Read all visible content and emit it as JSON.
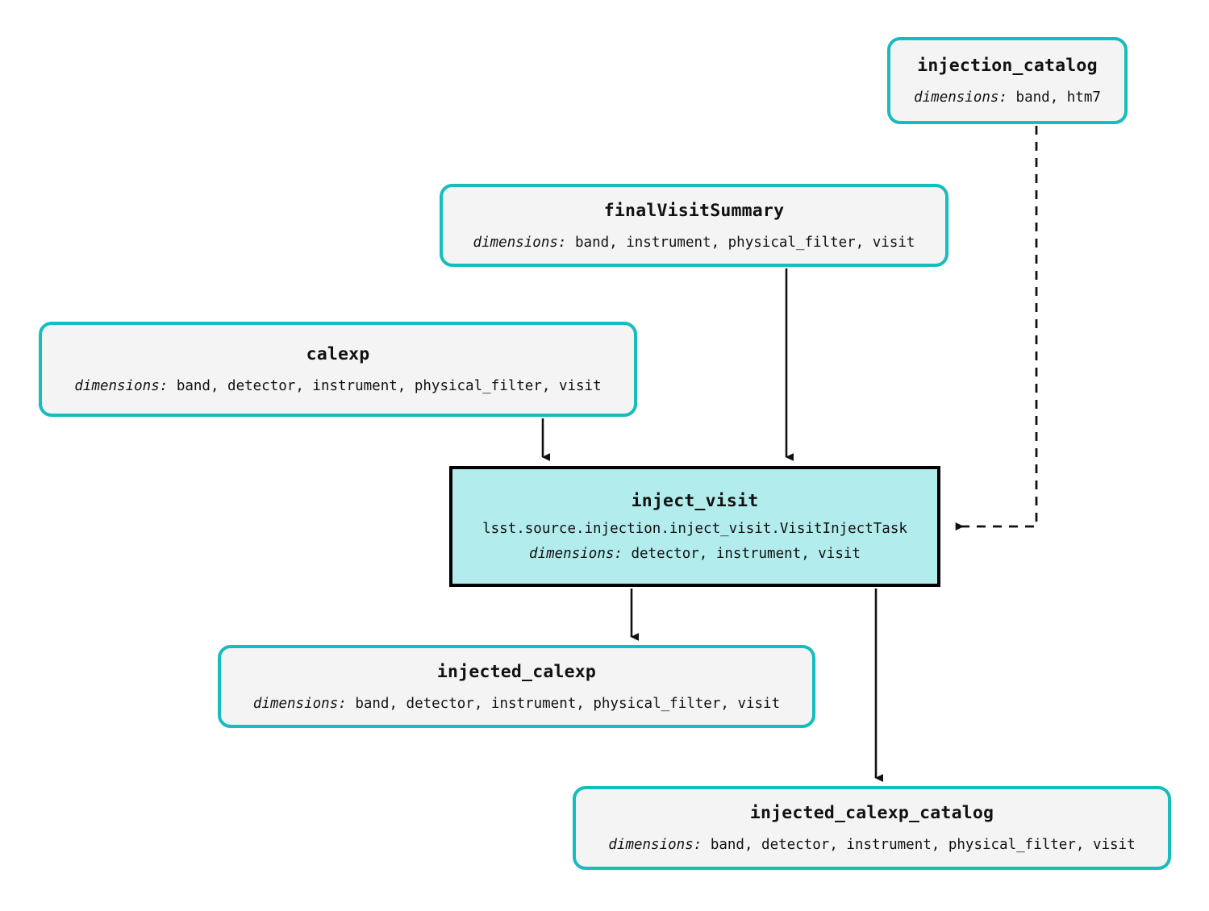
{
  "diagram": {
    "type": "pipeline-dag",
    "title": "",
    "dims_key": "dimensions:",
    "colors": {
      "dataset_border": "#15bdbd",
      "dataset_fill": "#f4f4f4",
      "task_fill": "#b2ecec",
      "task_border": "#000000",
      "edge": "#111111",
      "background": "#ffffff"
    },
    "nodes": [
      {
        "id": "injection_catalog",
        "kind": "dataset",
        "title": "injection_catalog",
        "dimensions": "band, htm7"
      },
      {
        "id": "finalVisitSummary",
        "kind": "dataset",
        "title": "finalVisitSummary",
        "dimensions": "band, instrument, physical_filter, visit"
      },
      {
        "id": "calexp",
        "kind": "dataset",
        "title": "calexp",
        "dimensions": "band, detector, instrument, physical_filter, visit"
      },
      {
        "id": "inject_visit",
        "kind": "task",
        "title": "inject_visit",
        "task_class": "lsst.source.injection.inject_visit.VisitInjectTask",
        "dimensions": "detector, instrument, visit"
      },
      {
        "id": "injected_calexp",
        "kind": "dataset",
        "title": "injected_calexp",
        "dimensions": "band, detector, instrument, physical_filter, visit"
      },
      {
        "id": "injected_calexp_catalog",
        "kind": "dataset",
        "title": "injected_calexp_catalog",
        "dimensions": "band, detector, instrument, physical_filter, visit"
      }
    ],
    "edges": [
      {
        "from": "calexp",
        "to": "inject_visit",
        "style": "solid"
      },
      {
        "from": "finalVisitSummary",
        "to": "inject_visit",
        "style": "solid"
      },
      {
        "from": "injection_catalog",
        "to": "inject_visit",
        "style": "dashed"
      },
      {
        "from": "inject_visit",
        "to": "injected_calexp",
        "style": "solid"
      },
      {
        "from": "inject_visit",
        "to": "injected_calexp_catalog",
        "style": "solid"
      }
    ]
  }
}
